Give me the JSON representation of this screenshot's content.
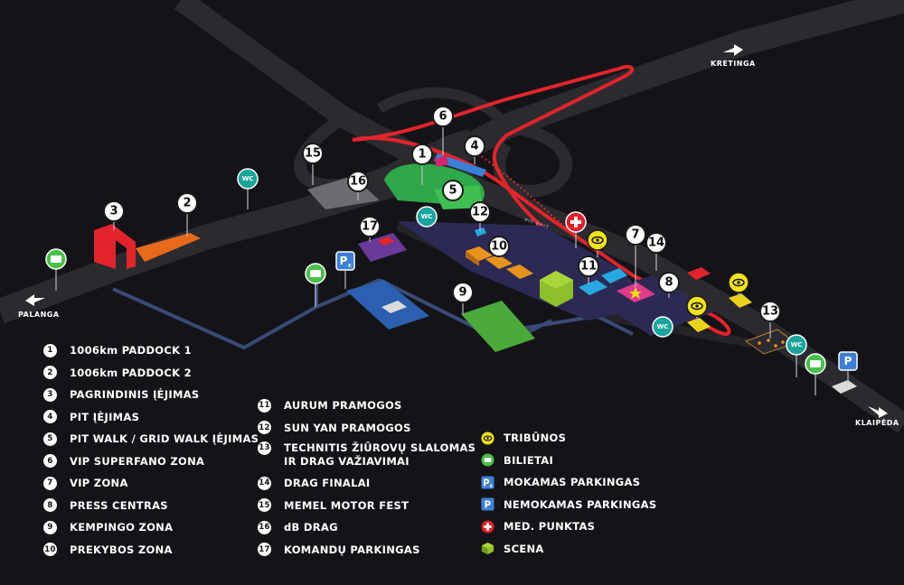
{
  "cities": {
    "kretinga": "KRETINGA",
    "palanga": "PALANGA",
    "klaipeda": "KLAIPĖDA"
  },
  "road_marks": {
    "pit_exit": "PIT EXIT"
  },
  "map_pins": [
    "1",
    "2",
    "3",
    "4",
    "5",
    "6",
    "7",
    "8",
    "9",
    "10",
    "11",
    "12",
    "13",
    "14",
    "15",
    "16",
    "17"
  ],
  "wc_label": "WC",
  "legend_numbered": [
    {
      "num": "1",
      "label": "1006km PADDOCK 1"
    },
    {
      "num": "2",
      "label": "1006km PADDOCK 2"
    },
    {
      "num": "3",
      "label": "PAGRINDINIS ĮĖJIMAS"
    },
    {
      "num": "4",
      "label": "PIT ĮĖJIMAS"
    },
    {
      "num": "5",
      "label": "PIT WALK / GRID WALK ĮĖJIMAS"
    },
    {
      "num": "6",
      "label": "VIP SUPERFANO ZONA"
    },
    {
      "num": "7",
      "label": "VIP ZONA"
    },
    {
      "num": "8",
      "label": "PRESS CENTRAS"
    },
    {
      "num": "9",
      "label": "KEMPINGO ZONA"
    },
    {
      "num": "10",
      "label": "PREKYBOS ZONA"
    }
  ],
  "legend_numbered_2": [
    {
      "num": "11",
      "label": "AURUM PRAMOGOS"
    },
    {
      "num": "12",
      "label": "SUN YAN PRAMOGOS"
    },
    {
      "num": "13",
      "label": "TECHNITIS ŽIŪROVŲ SLALOMAS IR DRAG VAŽIAVIMAI"
    },
    {
      "num": "14",
      "label": "DRAG FINALAI"
    },
    {
      "num": "15",
      "label": "MEMEL MOTOR FEST"
    },
    {
      "num": "16",
      "label": "dB DRAG"
    },
    {
      "num": "17",
      "label": "KOMANDŲ PARKINGAS"
    }
  ],
  "legend_symbols": [
    {
      "icon": "eye-icon",
      "label": "TRIBŪNOS",
      "color": "#f2e21a"
    },
    {
      "icon": "ticket-icon",
      "label": "BILIETAI",
      "color": "#48c04a"
    },
    {
      "icon": "paid-parking-icon",
      "label": "MOKAMAS PARKINGAS",
      "color": "#3d7fd6"
    },
    {
      "icon": "free-parking-icon",
      "label": "NEMOKAMAS PARKINGAS",
      "color": "#3d7fd6"
    },
    {
      "icon": "medical-cross-icon",
      "label": "MED. PUNKTAS",
      "color": "#e0202a"
    },
    {
      "icon": "stage-cube-icon",
      "label": "SCENA",
      "color": "#8dbf2a"
    }
  ],
  "colors": {
    "background": "#141418",
    "road": "#2b2b2f",
    "track_red": "#e3242b",
    "paddock_green": "#2fa84a",
    "zone_purple": "#2c2a55",
    "walkway_blue": "#3a4a78",
    "wc_teal": "#1aa59b"
  }
}
